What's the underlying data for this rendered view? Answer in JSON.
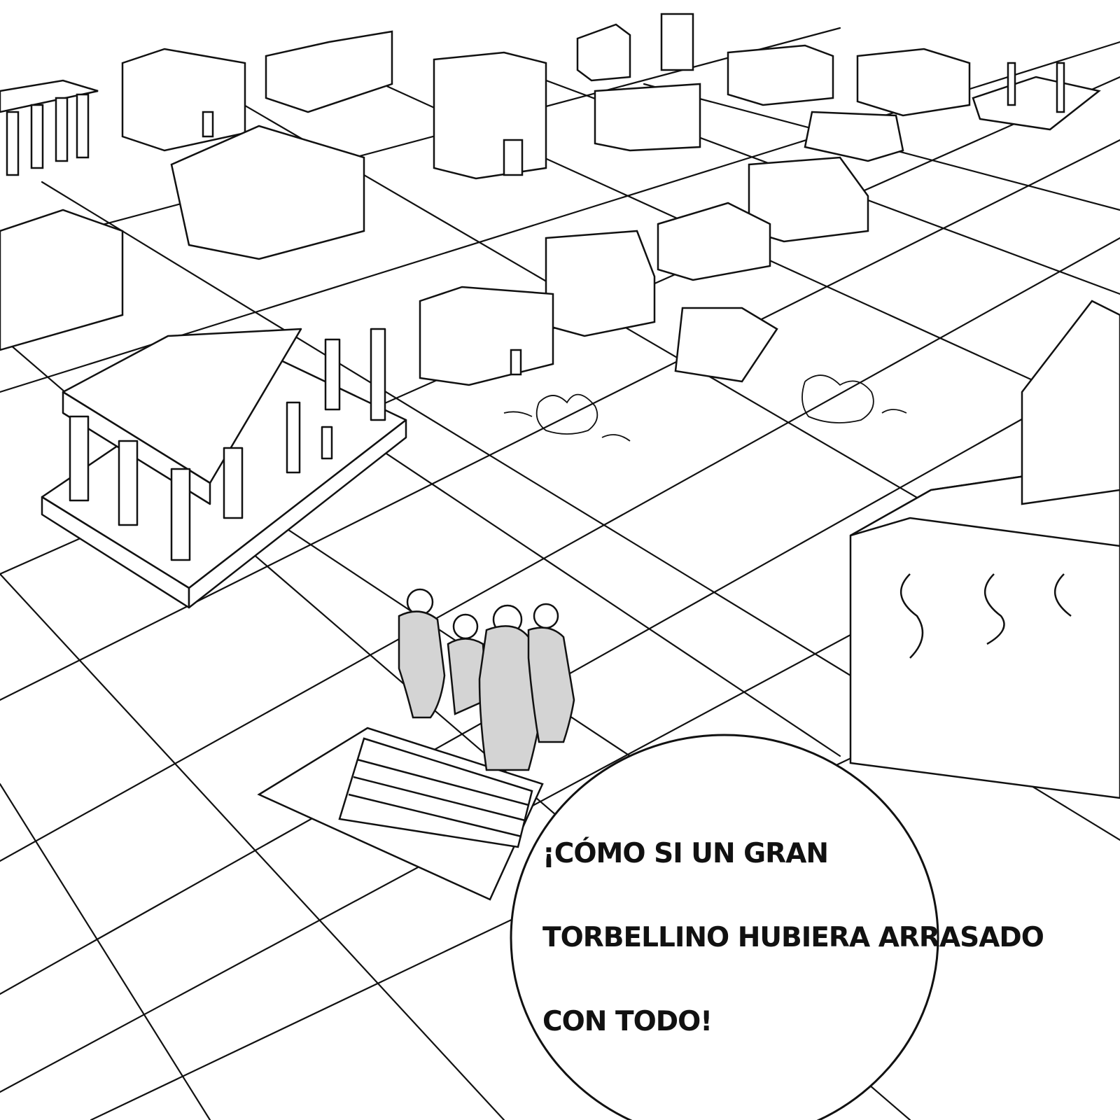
{
  "speech_bubble": {
    "lines": [
      "¡Cómo si un gran",
      "torbellino hubiera arrasado",
      "con todo!"
    ]
  },
  "colors": {
    "ink": "#111111",
    "paper": "#ffffff",
    "figure_fill": "#d4d4d4"
  }
}
